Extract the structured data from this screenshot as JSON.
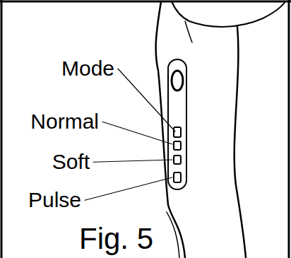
{
  "diagram": {
    "caption": "Fig. 5",
    "labels": [
      "Mode",
      "Normal",
      "Soft",
      "Pulse"
    ]
  }
}
